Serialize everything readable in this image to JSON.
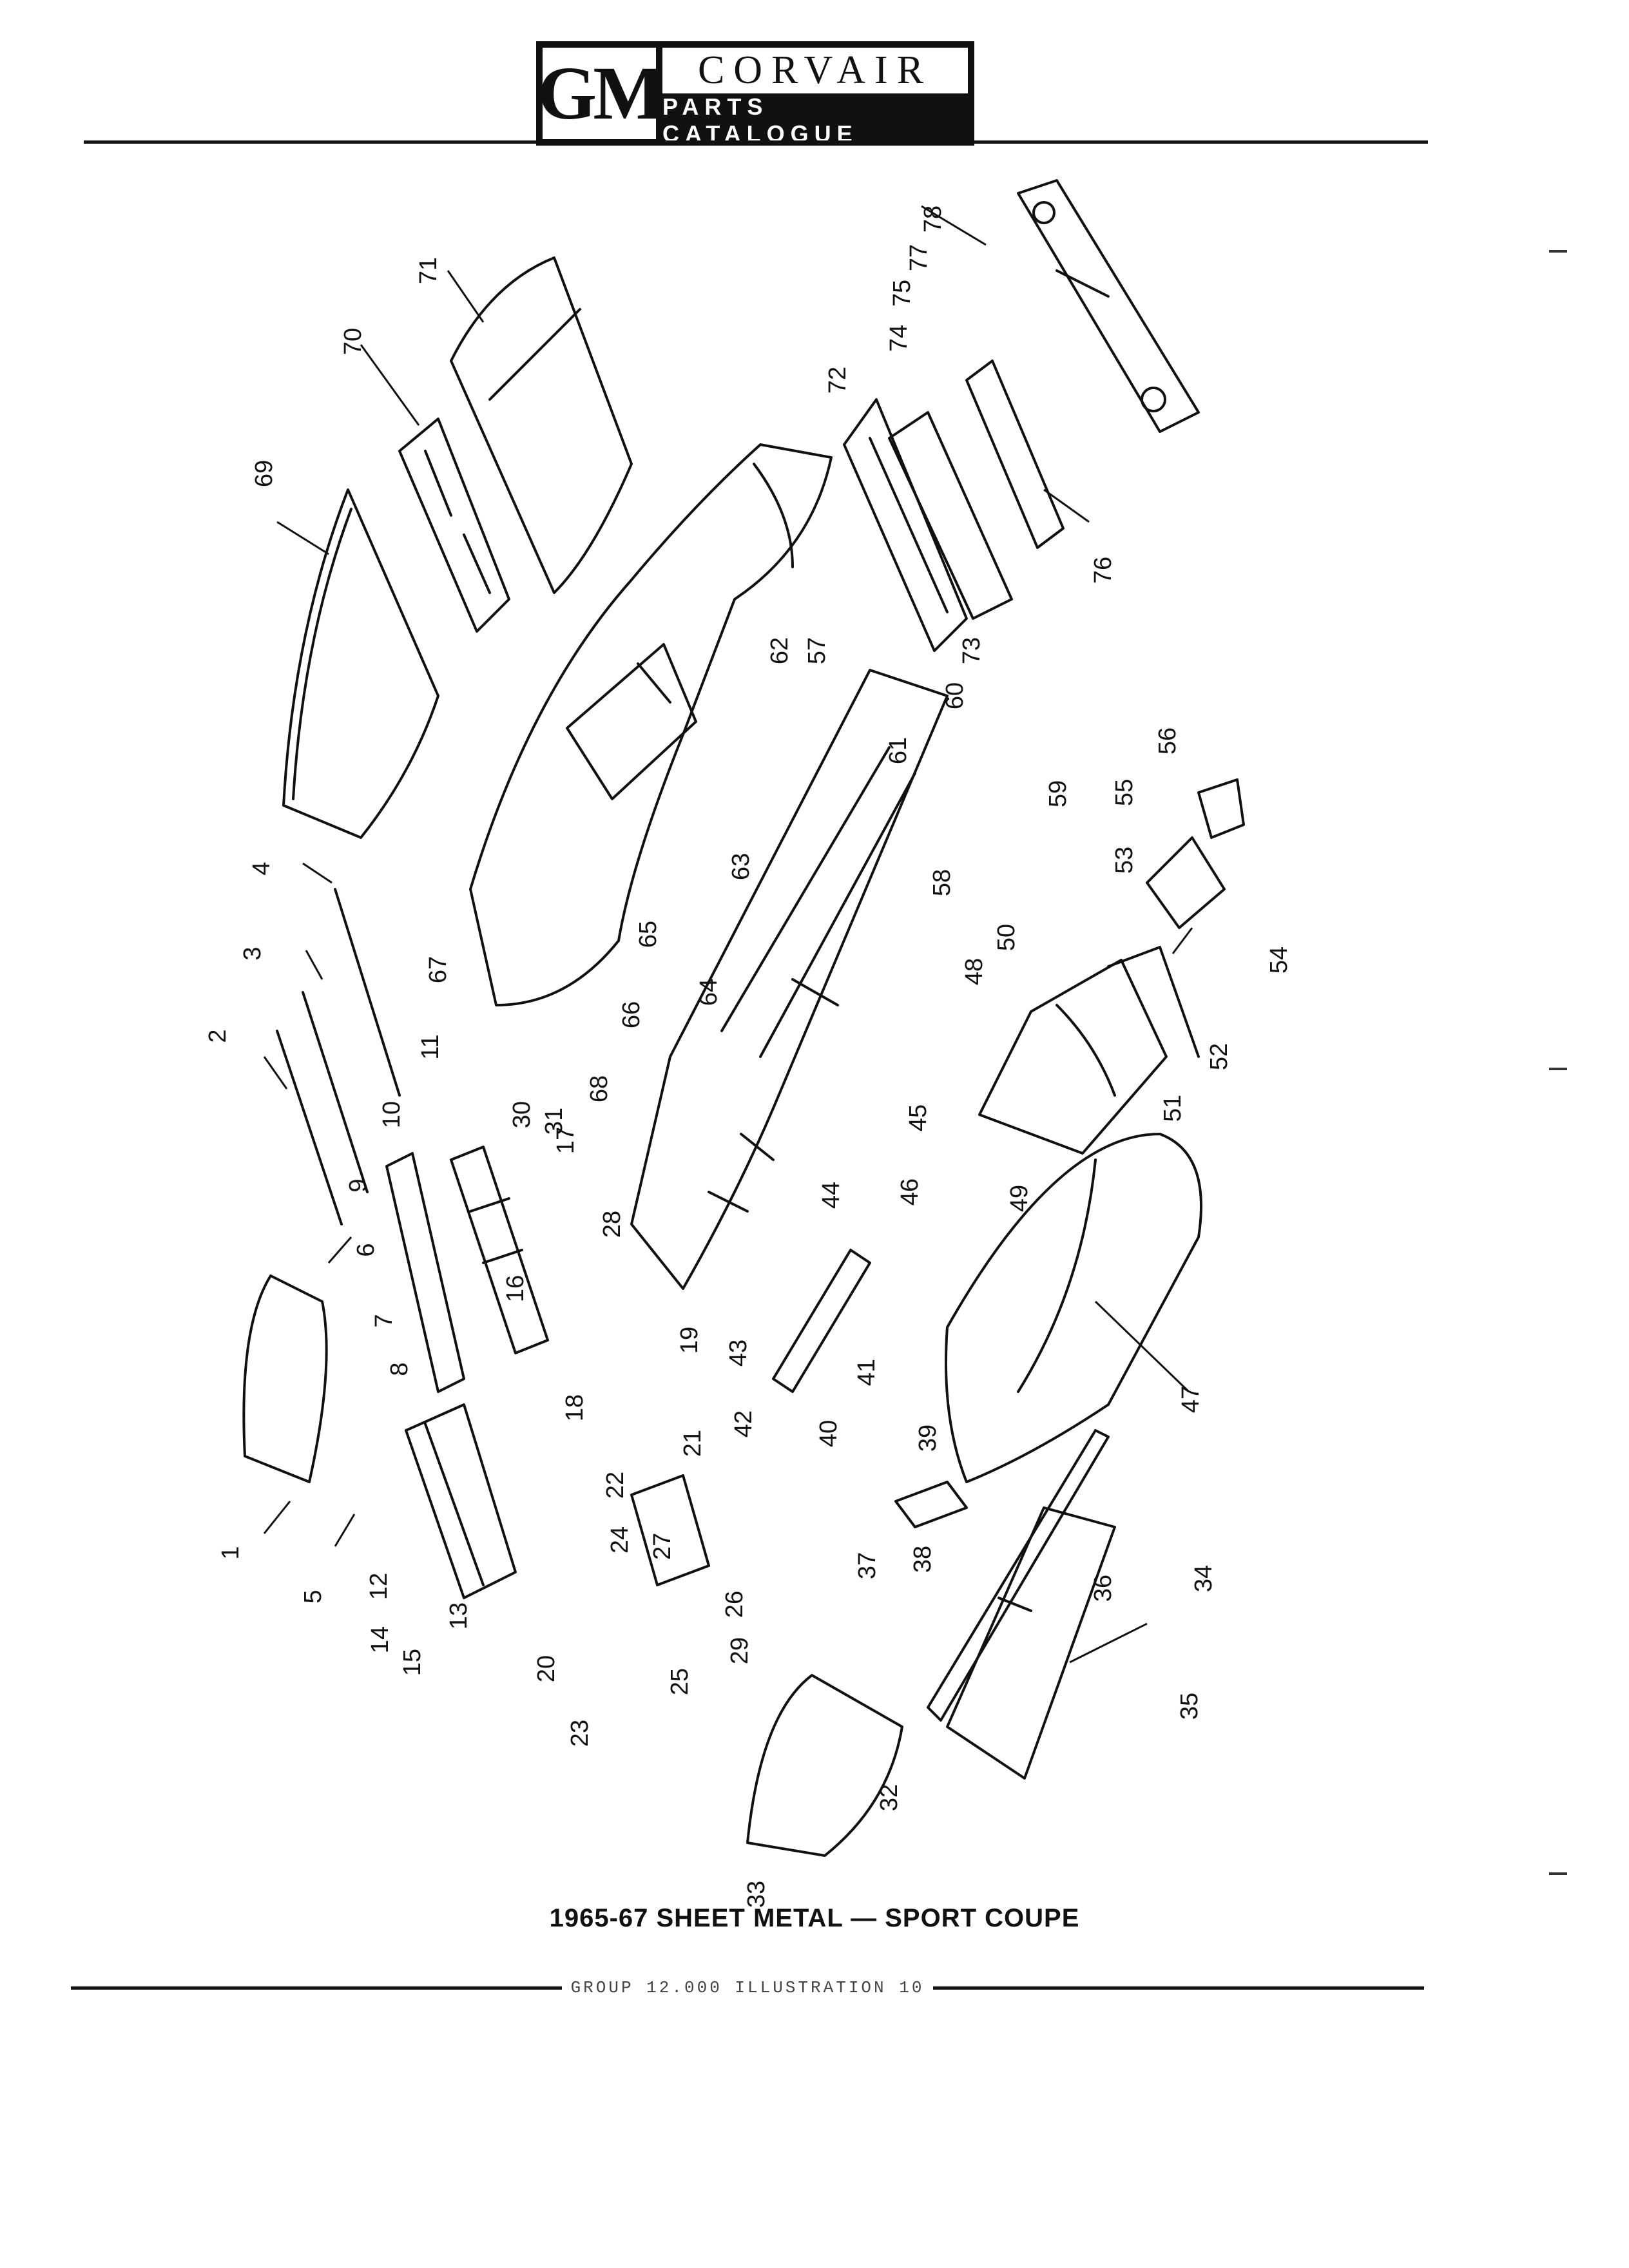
{
  "header": {
    "logo_gm": "GM",
    "brand_name": "CORVAIR",
    "brand_subtitle": "PARTS CATALOGUE"
  },
  "figure": {
    "callouts": [
      "1",
      "2",
      "3",
      "4",
      "5",
      "6",
      "7",
      "8",
      "9",
      "10",
      "11",
      "12",
      "13",
      "14",
      "15",
      "16",
      "17",
      "18",
      "19",
      "20",
      "21",
      "22",
      "23",
      "24",
      "25",
      "26",
      "27",
      "28",
      "29",
      "30",
      "31",
      "32",
      "33",
      "34",
      "35",
      "36",
      "37",
      "38",
      "39",
      "40",
      "41",
      "42",
      "43",
      "44",
      "45",
      "46",
      "47",
      "48",
      "49",
      "50",
      "51",
      "52",
      "53",
      "54",
      "55",
      "56",
      "57",
      "58",
      "59",
      "60",
      "61",
      "62",
      "63",
      "64",
      "65",
      "66",
      "67",
      "68",
      "69",
      "70",
      "71",
      "72",
      "73",
      "74",
      "75",
      "76",
      "77",
      "78"
    ],
    "caption": "1965-67 SHEET METAL — SPORT COUPE"
  },
  "footer": {
    "text": "GROUP 12.000 ILLUSTRATION 10"
  }
}
